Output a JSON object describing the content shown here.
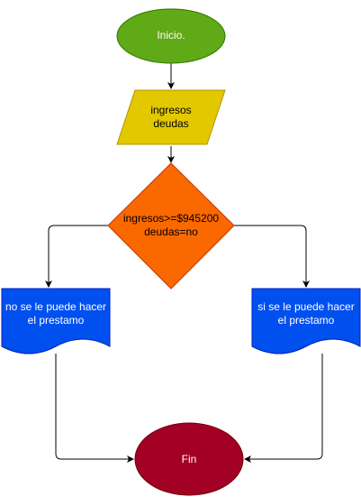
{
  "flowchart": {
    "start": {
      "label": "Inicio.",
      "fill": "#60a917",
      "stroke": "#2d7600",
      "text_color": "#ffffff"
    },
    "input": {
      "line1": "ingresos",
      "line2": "deudas",
      "fill": "#e3c800",
      "stroke": "#b09500",
      "text_color": "#000000"
    },
    "decision": {
      "line1": "ingresos>=$945200",
      "line2": "deudas=no",
      "fill": "#fa6800",
      "stroke": "#c73500",
      "text_color": "#000000"
    },
    "doc_left": {
      "line1": "no se le puede hacer",
      "line2": "el prestamo",
      "fill": "#0050ef",
      "stroke": "#001dbc",
      "text_color": "#ffffff"
    },
    "doc_right": {
      "line1": "si se le puede hacer",
      "line2": "el prestamo",
      "fill": "#0050ef",
      "stroke": "#001dbc",
      "text_color": "#ffffff"
    },
    "end": {
      "label": "Fin",
      "fill": "#a20025",
      "stroke": "#6f0000",
      "text_color": "#ffffff"
    },
    "connector_color": "#000000"
  }
}
